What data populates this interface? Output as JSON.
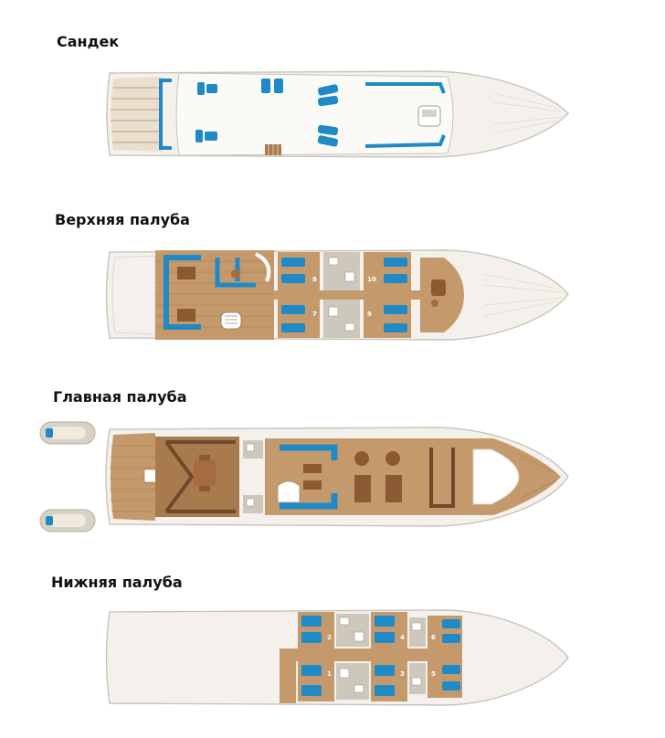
{
  "decks": [
    {
      "id": "sundeck",
      "title": "Сандек",
      "cabins": []
    },
    {
      "id": "upper",
      "title": "Верхняя палуба",
      "cabins": [
        "8",
        "10",
        "7",
        "9"
      ]
    },
    {
      "id": "main",
      "title": "Главная палуба",
      "cabins": []
    },
    {
      "id": "lower",
      "title": "Нижняя палуба",
      "cabins": [
        "2",
        "4",
        "6",
        "1",
        "3",
        "5"
      ]
    }
  ],
  "colors": {
    "hull": "#f4f1ec",
    "wood_deck": "#c49a6c",
    "upholstery_blue": "#1f8ac6",
    "bathroom": "#cdc7bc"
  }
}
